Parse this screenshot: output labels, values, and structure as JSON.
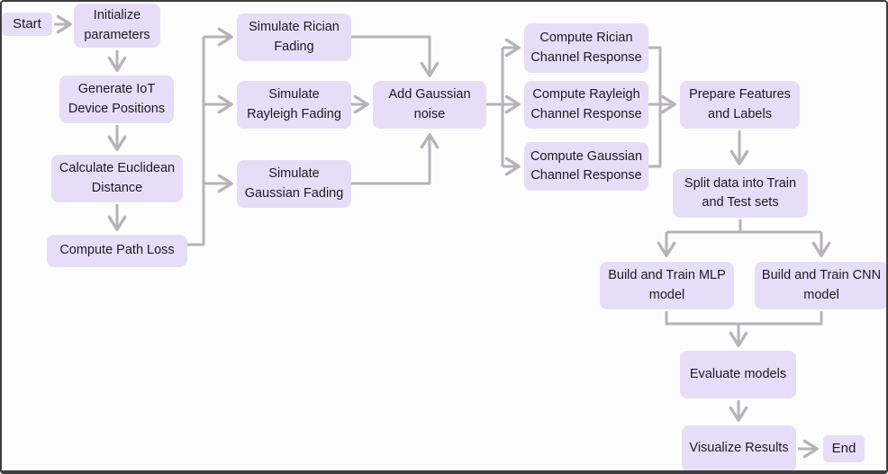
{
  "colors": {
    "node_fill": "#e6def8",
    "node_text": "#1b1b22",
    "edge_color": "#b6b3b9",
    "frame_color": "#3e3e3e",
    "background": "#fdfdfd"
  },
  "diagram": {
    "type": "flowchart",
    "nodes": {
      "start": {
        "label": "Start"
      },
      "init_params": {
        "label": "Initialize\nparameters"
      },
      "generate_positions": {
        "label": "Generate IoT\nDevice Positions"
      },
      "calc_distance": {
        "label": "Calculate Euclidean\nDistance"
      },
      "path_loss": {
        "label": "Compute Path Loss"
      },
      "sim_rician": {
        "label": "Simulate Rician\nFading"
      },
      "sim_rayleigh": {
        "label": "Simulate\nRayleigh Fading"
      },
      "sim_gaussian": {
        "label": "Simulate\nGaussian Fading"
      },
      "add_noise": {
        "label": "Add Gaussian\nnoise"
      },
      "comp_rician": {
        "label": "Compute Rician\nChannel Response"
      },
      "comp_rayleigh": {
        "label": "Compute Rayleigh\nChannel Response"
      },
      "comp_gaussian": {
        "label": "Compute Gaussian\nChannel Response"
      },
      "prep_features": {
        "label": "Prepare Features\nand Labels"
      },
      "split_data": {
        "label": "Split data into Train\nand Test sets"
      },
      "mlp": {
        "label": "Build and Train MLP\nmodel"
      },
      "cnn": {
        "label": "Build and Train CNN\nmodel"
      },
      "evaluate": {
        "label": "Evaluate models"
      },
      "visualize": {
        "label": "Visualize Results"
      },
      "end": {
        "label": "End"
      }
    },
    "edges": [
      {
        "from": "start",
        "to": "init_params"
      },
      {
        "from": "init_params",
        "to": "generate_positions"
      },
      {
        "from": "generate_positions",
        "to": "calc_distance"
      },
      {
        "from": "calc_distance",
        "to": "path_loss"
      },
      {
        "from": "path_loss",
        "to": "sim_rician"
      },
      {
        "from": "path_loss",
        "to": "sim_rayleigh"
      },
      {
        "from": "path_loss",
        "to": "sim_gaussian"
      },
      {
        "from": "sim_rician",
        "to": "add_noise"
      },
      {
        "from": "sim_rayleigh",
        "to": "add_noise"
      },
      {
        "from": "sim_gaussian",
        "to": "add_noise"
      },
      {
        "from": "add_noise",
        "to": "comp_rician"
      },
      {
        "from": "add_noise",
        "to": "comp_rayleigh"
      },
      {
        "from": "add_noise",
        "to": "comp_gaussian"
      },
      {
        "from": "comp_rician",
        "to": "prep_features"
      },
      {
        "from": "comp_rayleigh",
        "to": "prep_features"
      },
      {
        "from": "comp_gaussian",
        "to": "prep_features"
      },
      {
        "from": "prep_features",
        "to": "split_data"
      },
      {
        "from": "split_data",
        "to": "mlp"
      },
      {
        "from": "split_data",
        "to": "cnn"
      },
      {
        "from": "mlp",
        "to": "evaluate"
      },
      {
        "from": "cnn",
        "to": "evaluate"
      },
      {
        "from": "evaluate",
        "to": "visualize"
      },
      {
        "from": "visualize",
        "to": "end"
      }
    ]
  }
}
